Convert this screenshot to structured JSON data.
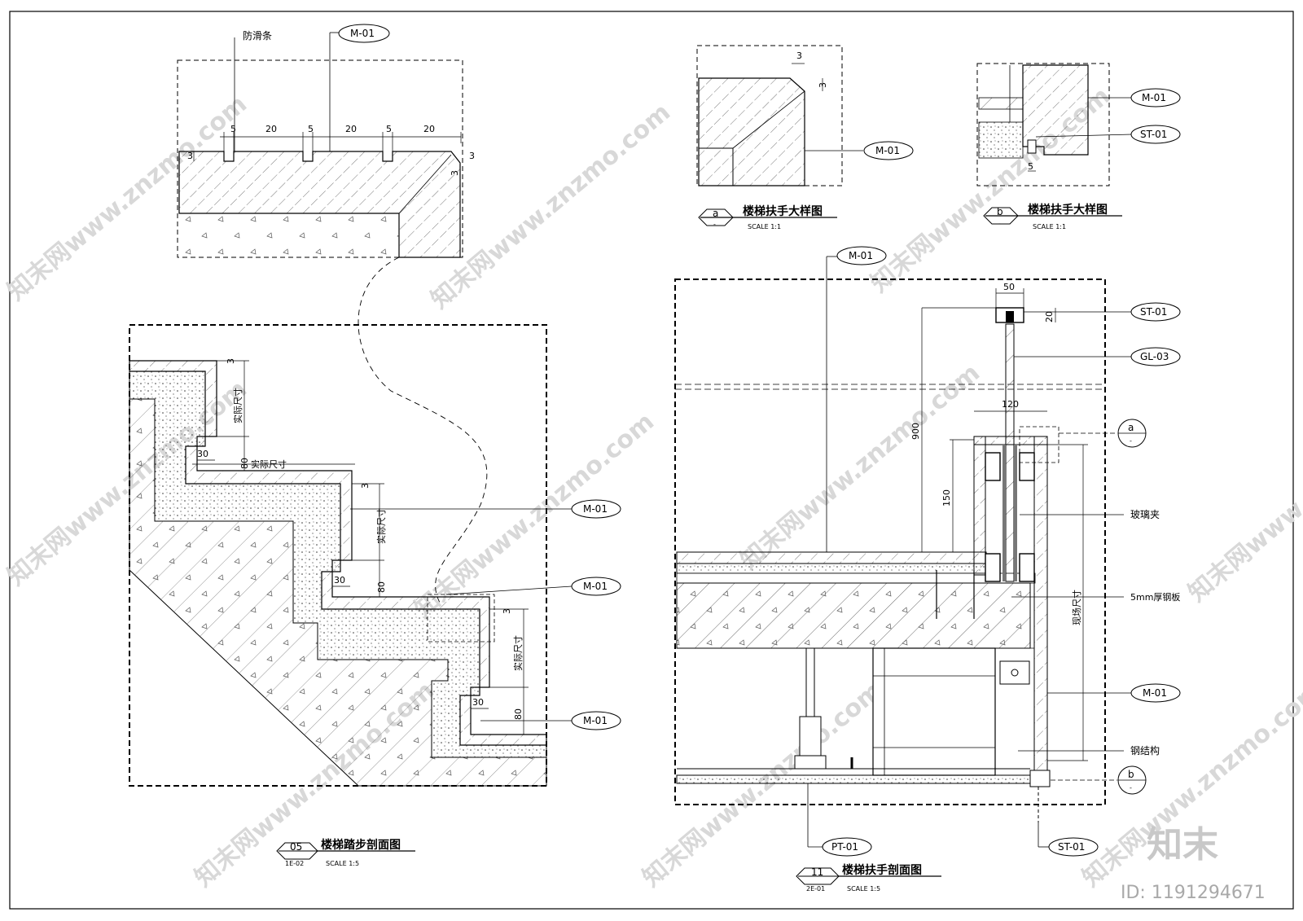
{
  "watermark": {
    "site": "知末网www.znzmo.com",
    "logo": "知末",
    "id": "ID: 1191294671"
  },
  "detail_05": {
    "callout_antislip": "防滑条",
    "top_dims": [
      "5",
      "20",
      "5",
      "20",
      "5",
      "20"
    ],
    "small_3": "3",
    "actual_size": "实际尺寸",
    "d30": "30",
    "d80": "80",
    "material": "M-01",
    "title": {
      "num": "05",
      "sheet": "1E-02",
      "name": "楼梯踏步剖面图",
      "scale": "SCALE 1:5"
    }
  },
  "detail_a": {
    "dim3": "3",
    "material": "M-01",
    "title": {
      "letter": "a",
      "sub": "-",
      "name": "楼梯扶手大样图",
      "scale": "SCALE 1:1"
    }
  },
  "detail_b": {
    "material": "M-01",
    "steel": "ST-01",
    "dim5": "5",
    "title": {
      "letter": "b",
      "sub": "-",
      "name": "楼梯扶手大样图",
      "scale": "SCALE 1:1"
    }
  },
  "detail_11": {
    "m01": "M-01",
    "st01": "ST-01",
    "gl03": "GL-03",
    "pt01": "PT-01",
    "d50": "50",
    "d20": "20",
    "d120": "120",
    "d900": "900",
    "d150": "150",
    "site_size": "现场尺寸",
    "glass_clip": "玻璃夹",
    "steel_plate": "5mm厚钢板",
    "steel_structure": "钢结构",
    "ref_a": "a",
    "ref_b": "b",
    "ref_dash": "-",
    "title": {
      "num": "11",
      "sheet": "2E-01",
      "name": "楼梯扶手剖面图",
      "scale": "SCALE 1:5"
    }
  }
}
